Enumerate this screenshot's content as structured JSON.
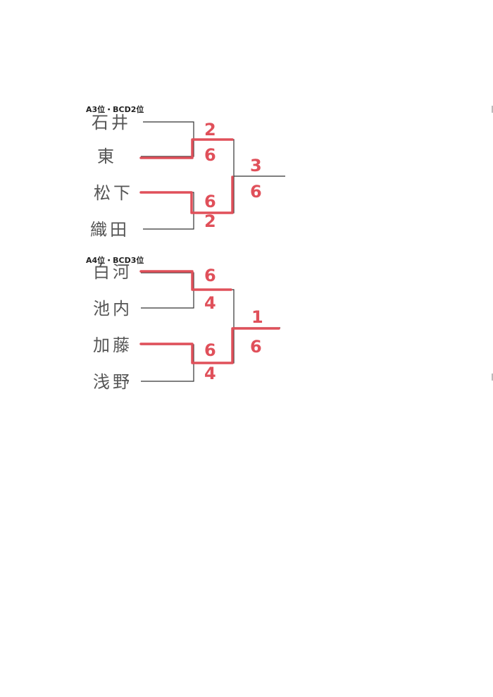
{
  "brackets": [
    {
      "title": "A3位・BCD2位",
      "players": [
        "石井",
        "東",
        "松下",
        "織田"
      ],
      "semi_scores": [
        [
          "2",
          "6"
        ],
        [
          "6",
          "2"
        ]
      ],
      "final_scores": [
        "3",
        "6"
      ]
    },
    {
      "title": "A4位・BCD3位",
      "players": [
        "白河",
        "池内",
        "加藤",
        "浅野"
      ],
      "semi_scores": [
        [
          "6",
          "4"
        ],
        [
          "6",
          "4"
        ]
      ],
      "final_scores": [
        "1",
        "6"
      ]
    }
  ],
  "colors": {
    "winner_line": "#e0505a",
    "bracket_line": "#333333"
  }
}
